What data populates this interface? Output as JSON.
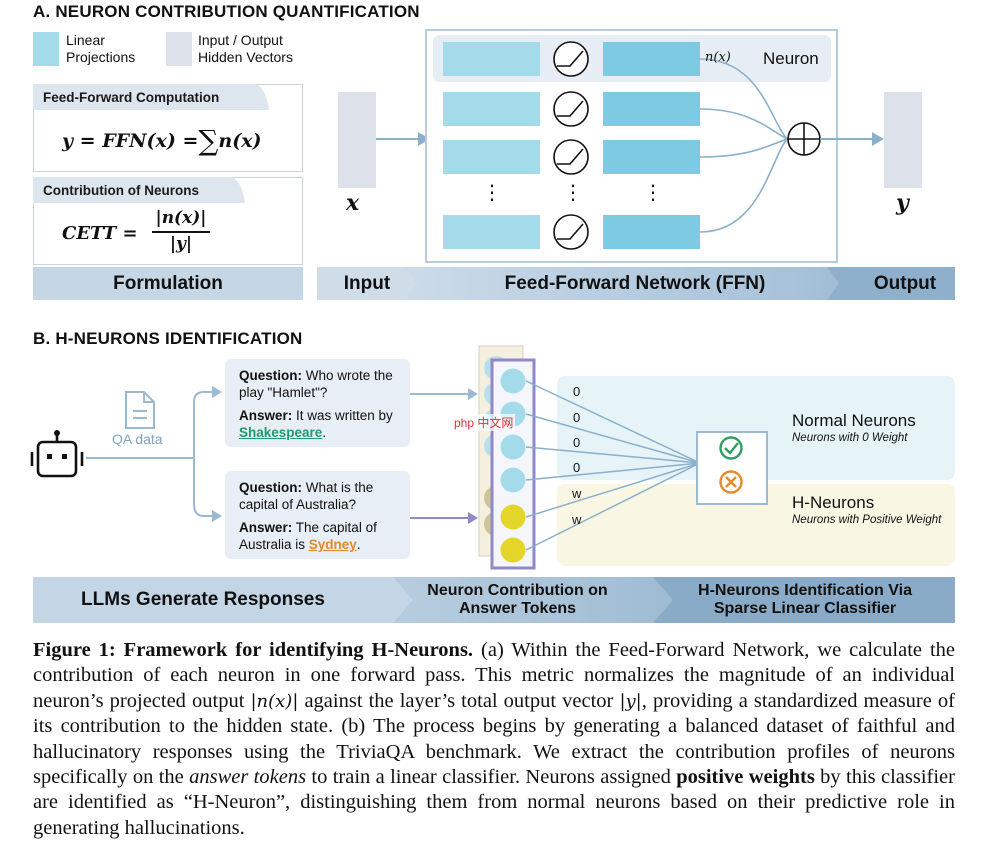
{
  "sectionA": {
    "title": "A. NEURON CONTRIBUTION QUANTIFICATION",
    "legend": [
      {
        "label": "Linear\nProjections",
        "color": "#a3dbeb"
      },
      {
        "label": "Input / Output\nHidden Vectors",
        "color": "#dde1ea"
      }
    ],
    "ffn_card": {
      "tab": "Feed-Forward Computation",
      "formula_lhs": "y = FFN(x) =",
      "sum_symbol": "∑",
      "formula_rhs": "n(x)"
    },
    "cett_card": {
      "tab": "Contribution of Neurons",
      "lhs": "CETT =",
      "numerator": "|n(x)|",
      "denominator": "|y|"
    },
    "input_var": "x",
    "output_var": "y",
    "neuron_var": "n(x)",
    "neuron_label": "Neuron",
    "ellipsis": "⋮",
    "bands": {
      "formulation": "Formulation",
      "input": "Input",
      "ffn": "Feed-Forward Network (FFN)",
      "output": "Output"
    }
  },
  "sectionB": {
    "title": "B. H-NEURONS IDENTIFICATION",
    "qa_data_label": "QA data",
    "qa_cards": [
      {
        "q_label": "Question:",
        "q_text": "Who wrote the play \"Hamlet\"?",
        "a_label": "Answer:",
        "a_text": "It was written by",
        "a_answer": "Shakespeare",
        "a_end": ".",
        "answer_color": "#1e9b6e"
      },
      {
        "q_label": "Question:",
        "q_text": "What is the capital of Australia?",
        "a_label": "Answer:",
        "a_text": "The capital of Australia is",
        "a_answer": "Sydney",
        "a_end": ".",
        "answer_color": "#e58a27"
      }
    ],
    "weights": [
      "0",
      "0",
      "0",
      "0",
      "w",
      "w"
    ],
    "normal": {
      "title": "Normal Neurons",
      "subtitle": "Neurons with 0 Weight"
    },
    "hneurons": {
      "title": "H-Neurons",
      "subtitle": "Neurons with Positive Weight"
    },
    "watermark": "php 中文网",
    "bands": {
      "llm": "LLMs Generate Responses",
      "contrib_line1": "Neuron Contribution on",
      "contrib_line2": "Answer Tokens",
      "ident_line1": "H-Neurons Identification Via",
      "ident_line2": "Sparse Linear Classifier"
    }
  },
  "caption": {
    "label": "Figure 1: Framework for identifying H-Neurons.",
    "t1": " (a) Within the Feed-Forward Network, we calculate the contribution of each neuron in one forward pass. This metric normalizes the magnitude of an individual neuron’s projected output ",
    "m1": "|n(x)|",
    "t2": " against the layer’s total output vector ",
    "m2": "|y|",
    "t3": ", providing a standardized measure of its contribution to the hidden state. (b) The process begins by generating a balanced dataset of faithful and hallucinatory responses using the TriviaQA benchmark. We extract the contribution profiles of neurons specifically on the ",
    "em1": "answer tokens",
    "t4": " to train a linear classifier. Neurons assigned ",
    "b1": "positive weights",
    "t5": " by this classifier are identified as “H-Neuron”, distinguishing them from normal neurons based on their predictive role in generating hallucinations."
  },
  "colors": {
    "light_blue": "#a3dbeb",
    "mid_blue": "#7ccbe2",
    "gray": "#dde1ea",
    "purple": "#8f89c8",
    "yellow": "#e3d52a",
    "green": "#2f9e63",
    "orange": "#e58a27",
    "band_light": "#c9d8e6",
    "band_dark": "#8fb0cc"
  }
}
